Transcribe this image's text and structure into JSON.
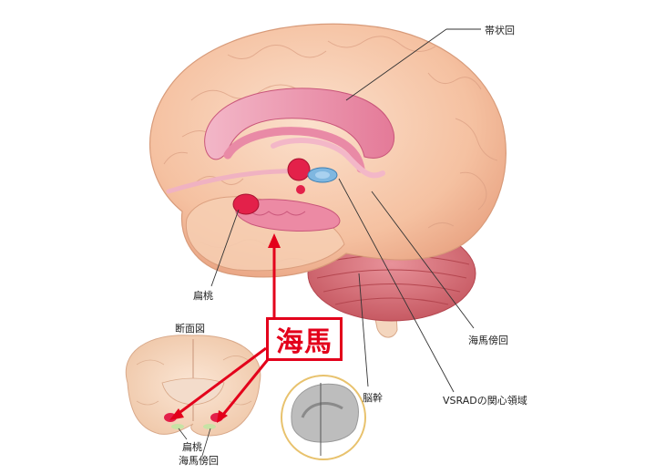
{
  "labels": {
    "cingulate": "帯状回",
    "amygdala": "扁桃",
    "section": "断面図",
    "parahippocampal": "海馬傍回",
    "brainstem": "脳幹",
    "vsrad": "VSRADの関心領域",
    "hippocampus": "海馬",
    "mini_amygdala": "扁桃",
    "mini_parahippocampal": "海馬傍回"
  },
  "colors": {
    "highlight": "#e3001b",
    "cortex": "#f6c7a8",
    "limbic": "#e98aa6",
    "cerebellum": "#d9727a",
    "roi": "#7fb7e0"
  }
}
